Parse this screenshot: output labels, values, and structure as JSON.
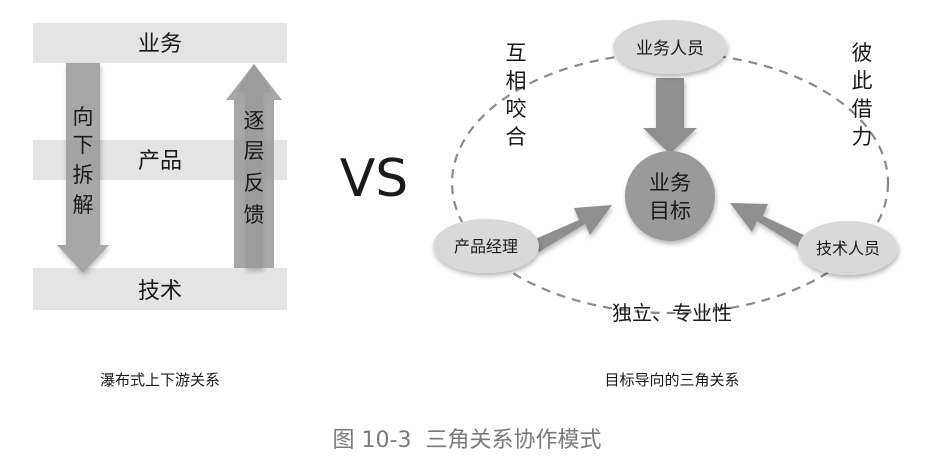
{
  "waterfall": {
    "layers": [
      "业务",
      "产品",
      "技术"
    ],
    "down_arrow_label": [
      "向",
      "下",
      "拆",
      "解"
    ],
    "up_arrow_label": [
      "逐",
      "层",
      "反",
      "馈"
    ],
    "caption": "瀑布式上下游关系"
  },
  "vs_label": "VS",
  "triangle": {
    "center": [
      "业务",
      "目标"
    ],
    "roles": {
      "top": "业务人员",
      "left": "产品经理",
      "right": "技术人员"
    },
    "annotations": {
      "left": [
        "互",
        "相",
        "咬",
        "合"
      ],
      "right": [
        "彼",
        "此",
        "借",
        "力"
      ],
      "bottom": "独立、专业性"
    },
    "caption": "目标导向的三角关系"
  },
  "figure_caption": "图 10-3  三角关系协作模式",
  "colors": {
    "layer_fill": "#e4e4e4",
    "arrow_fill": "#9b9b9b",
    "node_fill": "#d9d9d9",
    "center_fill": "#9a9a9a",
    "dashed": "#8a8a8a",
    "caption_gray": "#7a7a7a"
  }
}
